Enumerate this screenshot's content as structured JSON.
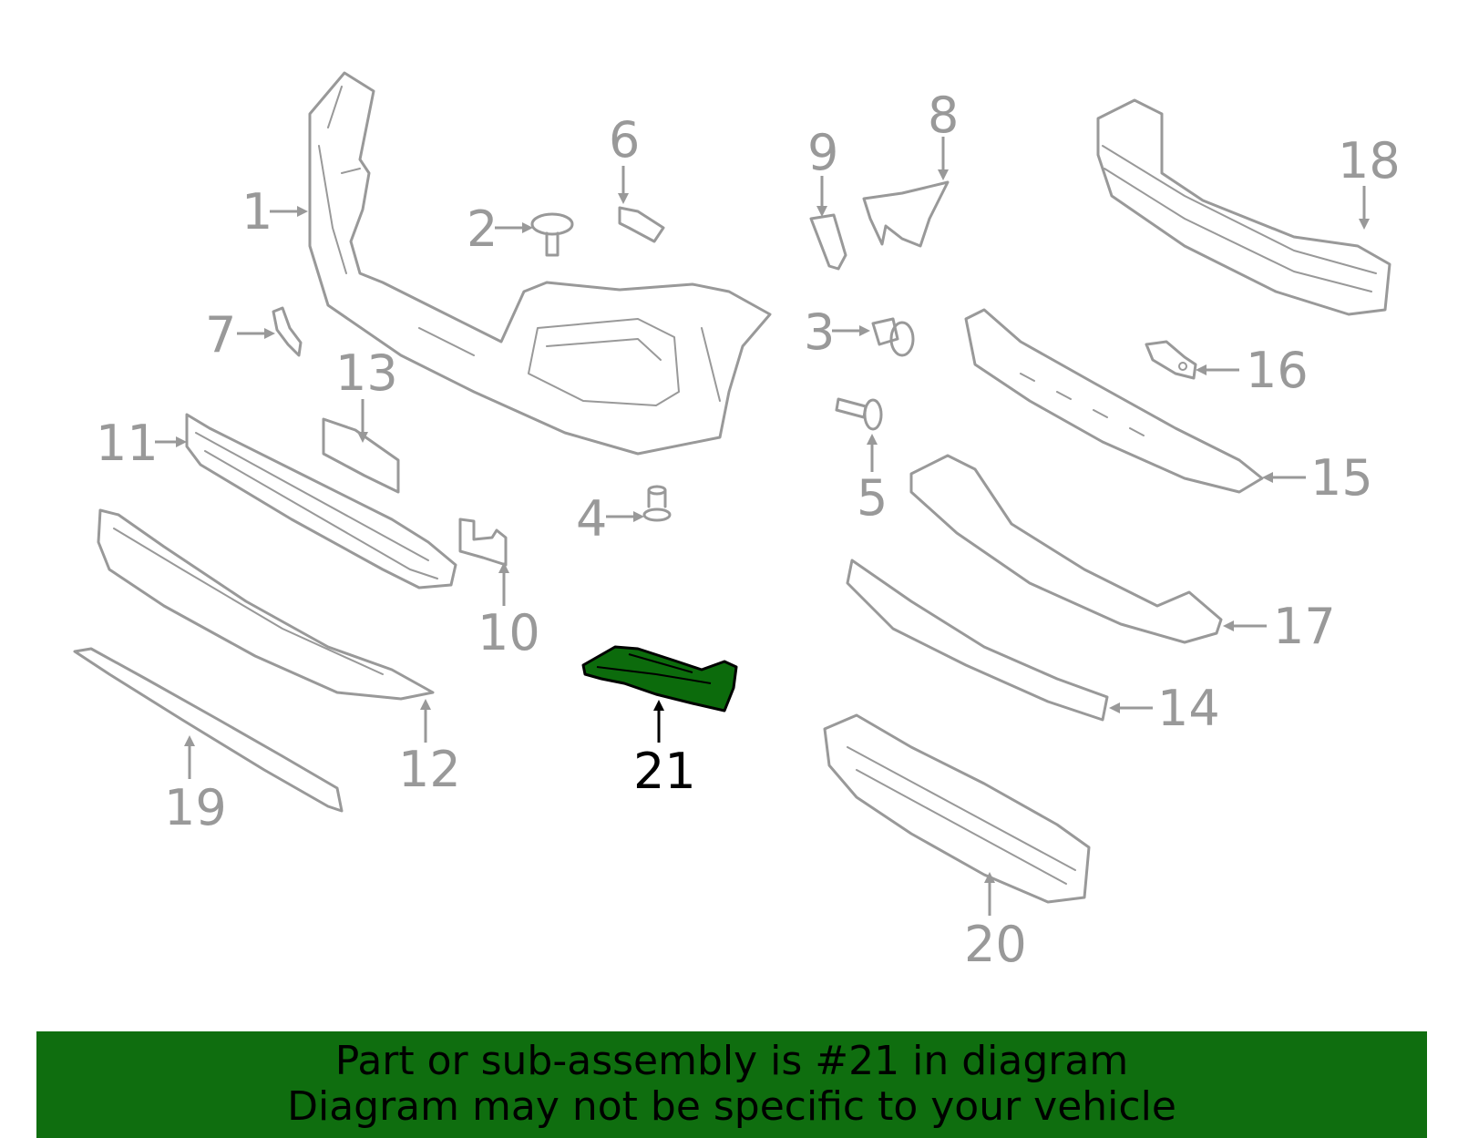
{
  "callouts": [
    {
      "num": "1"
    },
    {
      "num": "2"
    },
    {
      "num": "3"
    },
    {
      "num": "4"
    },
    {
      "num": "5"
    },
    {
      "num": "6"
    },
    {
      "num": "7"
    },
    {
      "num": "8"
    },
    {
      "num": "9"
    },
    {
      "num": "10"
    },
    {
      "num": "11"
    },
    {
      "num": "12"
    },
    {
      "num": "13"
    },
    {
      "num": "14"
    },
    {
      "num": "15"
    },
    {
      "num": "16"
    },
    {
      "num": "17"
    },
    {
      "num": "18"
    },
    {
      "num": "19"
    },
    {
      "num": "20"
    },
    {
      "num": "21"
    }
  ],
  "highlight_part": "21",
  "colors": {
    "line": "#999999",
    "highlight_fill": "#0c6b0c",
    "banner": "#0f6e0f",
    "text": "#000000"
  },
  "banner": {
    "line1": "Part or sub-assembly is #21 in diagram",
    "line2": "Diagram may not be specific to your vehicle"
  }
}
